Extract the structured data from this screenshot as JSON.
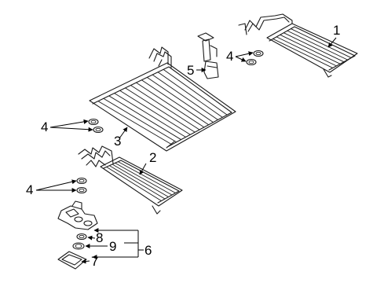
{
  "diagram": {
    "callouts": [
      {
        "id": "c1",
        "text": "1"
      },
      {
        "id": "c2",
        "text": "2"
      },
      {
        "id": "c3",
        "text": "3"
      },
      {
        "id": "c4a",
        "text": "4"
      },
      {
        "id": "c4b",
        "text": "4"
      },
      {
        "id": "c4c",
        "text": "4"
      },
      {
        "id": "c5",
        "text": "5"
      },
      {
        "id": "c6",
        "text": "6"
      },
      {
        "id": "c7",
        "text": "7"
      },
      {
        "id": "c8",
        "text": "8"
      },
      {
        "id": "c9",
        "text": "9"
      }
    ]
  }
}
